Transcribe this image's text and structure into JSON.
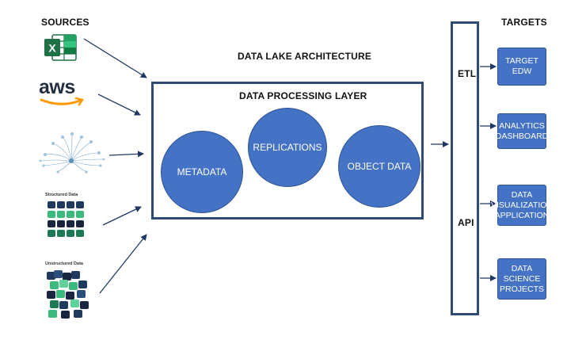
{
  "titles": {
    "sources": "SOURCES",
    "targets": "TARGETS",
    "architecture": "DATA LAKE ARCHITECTURE",
    "processing": "DATA PROCESSING LAYER"
  },
  "processing_nodes": {
    "metadata": "METADATA",
    "replications": "REPLICATIONS",
    "object_data": "OBJECT DATA"
  },
  "integration": {
    "etl": "ETL",
    "api": "API"
  },
  "targets": {
    "edw": "TARGET\nEDW",
    "analytics": "ANALYTICS\nDASHBOARD",
    "dataviz": "DATA\nVISUALIZATION\nAPPLICATION",
    "science": "DATA\nSCIENCE\nPROJECTS"
  },
  "sources": {
    "excel_icon": "excel-icon",
    "aws_logo": "aws",
    "network_icon": "network-icon",
    "structured_caption": "Structured Data",
    "unstructured_caption": "Unstructured Data"
  },
  "colors": {
    "box_border": "#2f4a73",
    "node_fill": "#4472c4",
    "arrow": "#1f3864",
    "excel_green": "#1e7145",
    "aws_orange": "#ff9900",
    "tile_dark": "#1f3a5f",
    "tile_green": "#3cba7e"
  }
}
